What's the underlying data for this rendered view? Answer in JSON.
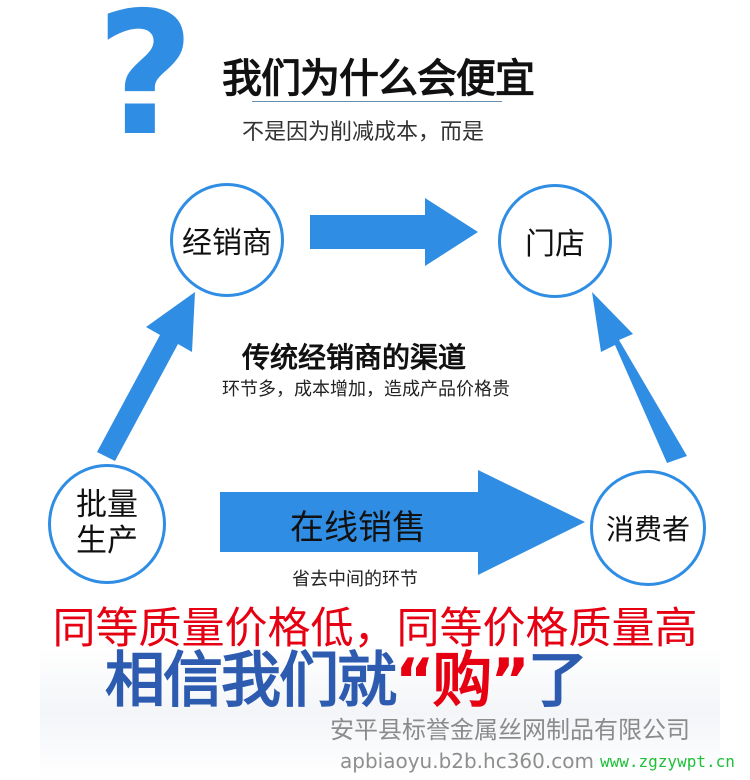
{
  "header": {
    "question_mark": "?",
    "title": "我们为什么会便宜",
    "subtitle": "不是因为削减成本，而是"
  },
  "nodes": {
    "distributor": "经销商",
    "store": "门店",
    "production_line1": "批量",
    "production_line2": "生产",
    "consumer": "消费者"
  },
  "traditional": {
    "title": "传统经销商的渠道",
    "desc": "环节多，成本增加，造成产品价格贵"
  },
  "online": {
    "title": "在线销售",
    "desc": "省去中间的环节"
  },
  "slogan_red": "同等质量价格低，同等价格质量高",
  "slogan": {
    "part1": "相信我们就",
    "buy": "“购”",
    "part2": "了"
  },
  "watermark": {
    "company": "安平县标誉金属丝网制品有限公司",
    "site1": "www.zgzywpt.cn",
    "site2": "apbiaoyu.b2b.hc360.com"
  },
  "colors": {
    "blue": "#2f8de4",
    "red": "#e60012",
    "slogan_blue": "#2c5bb0"
  }
}
